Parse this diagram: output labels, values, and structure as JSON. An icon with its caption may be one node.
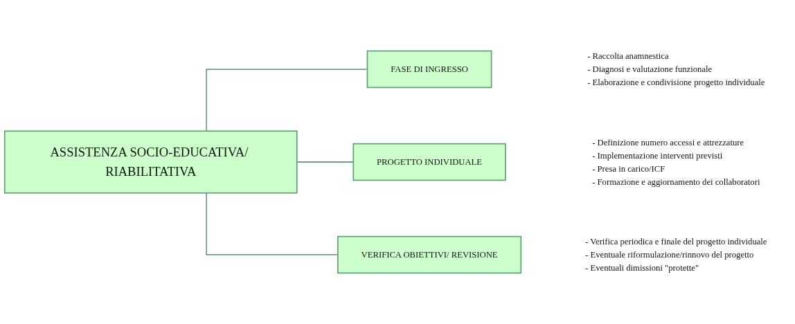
{
  "diagram": {
    "nodes": [
      {
        "text": [
          "ASSISTENZA SOCIO-EDUCATIVA/ RIABILITATIVA"
        ]
      },
      {
        "text": [
          "FASE DI INGRESSO"
        ],
        "beside": [
          "- Raccolta anamnestica",
          "- Diagnosi e valutazione funzionale",
          "- Elaborazione e condivisione progetto individuale"
        ]
      },
      {
        "text": [
          "PROGETTO INDIVIDUALE"
        ],
        "beside": [
          "- Definizione numero accessi e attrezzature",
          "- Implementazione interventi previsti",
          "- Presa in carico/ICF",
          "- Formazione e aggiornamento dei collaboratori"
        ]
      },
      {
        "text": [
          "VERIFICA OBIETTIVI/ REVISIONE"
        ],
        "beside": [
          "- Verifica periodica e finale del progetto individuale",
          "- Eventuale riformulazione/rinnovo del progetto",
          "- Eventuali dimissioni \"protette\""
        ]
      }
    ],
    "edges": [
      {
        "from": 0,
        "to": 1,
        "arrow": "none"
      },
      {
        "from": 0,
        "to": 2,
        "arrow": "none"
      },
      {
        "from": 0,
        "to": 3,
        "arrow": "none"
      }
    ]
  }
}
